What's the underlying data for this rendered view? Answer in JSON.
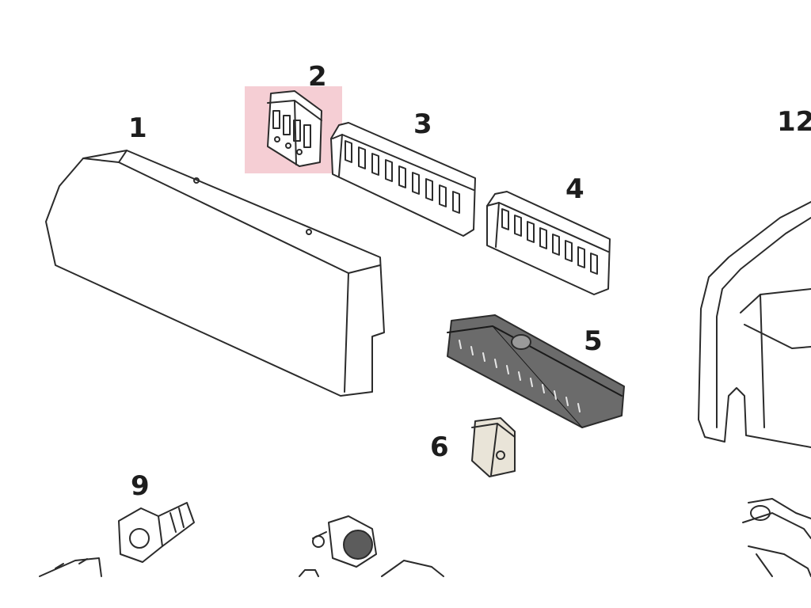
{
  "callouts": {
    "c1": "1",
    "c2": "2",
    "c3": "3",
    "c4": "4",
    "c5": "5",
    "c6": "6",
    "c9": "9",
    "c12": "12"
  },
  "colors": {
    "line": "#2b2b2b",
    "fill": "#ffffff",
    "dark_part": "#6b6b6b",
    "highlight": "#f4c9cf"
  }
}
